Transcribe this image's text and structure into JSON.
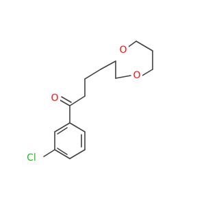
{
  "molecule": {
    "atoms": {
      "oxygen_carbonyl": {
        "label": "O",
        "color": "#ff0d0d"
      },
      "oxygen_ring_top": {
        "label": "O",
        "color": "#ff0d0d"
      },
      "oxygen_ring_bottom": {
        "label": "O",
        "color": "#ff0d0d"
      },
      "chlorine": {
        "label": "Cl",
        "color": "#1fbf1f"
      }
    },
    "bond_color": "#404040"
  }
}
